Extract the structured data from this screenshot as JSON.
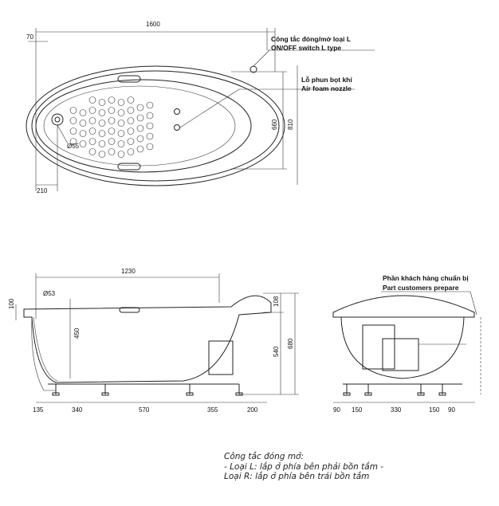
{
  "top_view": {
    "dims": {
      "length": "1600",
      "offset": "70",
      "width_inner": "660",
      "width_outer": "810",
      "drain_dia": "Ø55",
      "drain_offset": "210"
    },
    "labels": {
      "switch_vi": "Công tắc đóng/mở loại L",
      "switch_en": "ON/OFF switch L type",
      "nozzle_vi": "Lỗ phun bọt khí",
      "nozzle_en": "Air foam nozzle"
    }
  },
  "side_view": {
    "dims": {
      "inner_length": "1230",
      "rim": "100",
      "overflow_dia": "Ø53",
      "overflow_height": "450",
      "top": "108",
      "depth": "540",
      "height": "680"
    },
    "bottom_dims": [
      "135",
      "340",
      "570",
      "355",
      "200"
    ]
  },
  "front_view": {
    "label_vi": "Phần khách hàng chuẩn bị",
    "label_en": "Part customers prepare",
    "bottom_dims": [
      "90",
      "150",
      "330",
      "150",
      "90"
    ]
  },
  "note": {
    "line1": "Công tắc đóng mở:",
    "line2": "- Loại L: lắp ở phía bên phải bồn tắm -",
    "line3": "Loại R: lắp ở phía bên trái bồn tắm"
  }
}
